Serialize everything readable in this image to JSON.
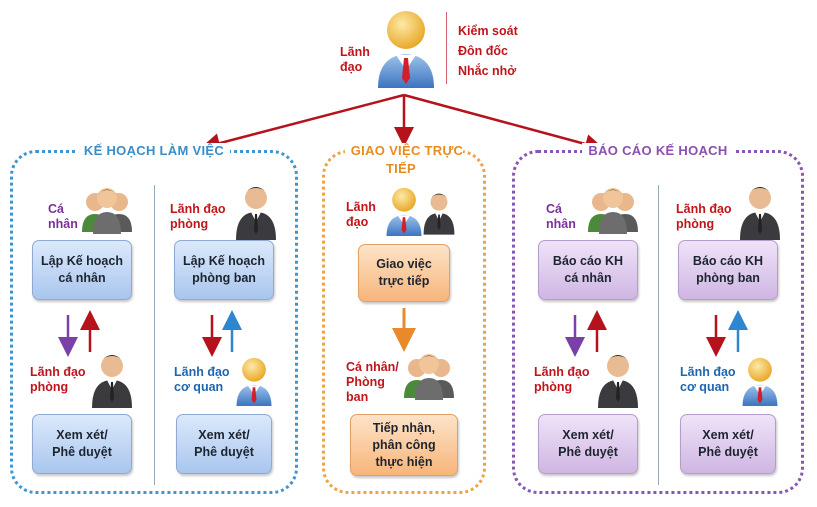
{
  "top": {
    "label": "Lãnh\nđạo",
    "notes": [
      "Kiểm soát",
      "Đôn đốc",
      "Nhắc nhở"
    ]
  },
  "groups": {
    "plan": {
      "title": "KẾ HOẠCH LÀM VIỆC",
      "left": {
        "top_label": "Cá\nnhân",
        "top_box": "Lập Kế hoạch\ncá nhân",
        "bottom_label": "Lãnh đạo\nphòng",
        "bottom_box": "Xem xét/\nPhê duyệt"
      },
      "right": {
        "top_label": "Lãnh đạo\nphòng",
        "top_box": "Lập Kế hoạch\nphòng ban",
        "bottom_label": "Lãnh đạo\ncơ quan",
        "bottom_box": "Xem xét/\nPhê duyệt"
      }
    },
    "assign": {
      "title": "GIAO VIỆC TRỰC TIẾP",
      "top_label": "Lãnh\nđạo",
      "top_box": "Giao việc\ntrực tiếp",
      "bottom_label": "Cá nhân/\nPhòng\nban",
      "bottom_box": "Tiếp nhận,\nphân công\nthực hiện"
    },
    "report": {
      "title": "BÁO CÁO KẾ HOẠCH",
      "left": {
        "top_label": "Cá\nnhân",
        "top_box": "Báo cáo KH\ncá nhân",
        "bottom_label": "Lãnh đạo\nphòng",
        "bottom_box": "Xem xét/\nPhê duyệt"
      },
      "right": {
        "top_label": "Lãnh đạo\nphòng",
        "top_box": "Báo cáo KH\nphòng ban",
        "bottom_label": "Lãnh đạo\ncơ quan",
        "bottom_box": "Xem xét/\nPhê duyệt"
      }
    }
  },
  "colors": {
    "red_arrow": "#b5121b",
    "purple_arrow": "#7a3fa8",
    "blue_arrow": "#2f86d0",
    "orange_arrow": "#e8892a"
  },
  "icons": [
    "leader-avatar-icon",
    "group-people-icon",
    "manager-icon",
    "arrow-up-icon",
    "arrow-down-icon"
  ]
}
